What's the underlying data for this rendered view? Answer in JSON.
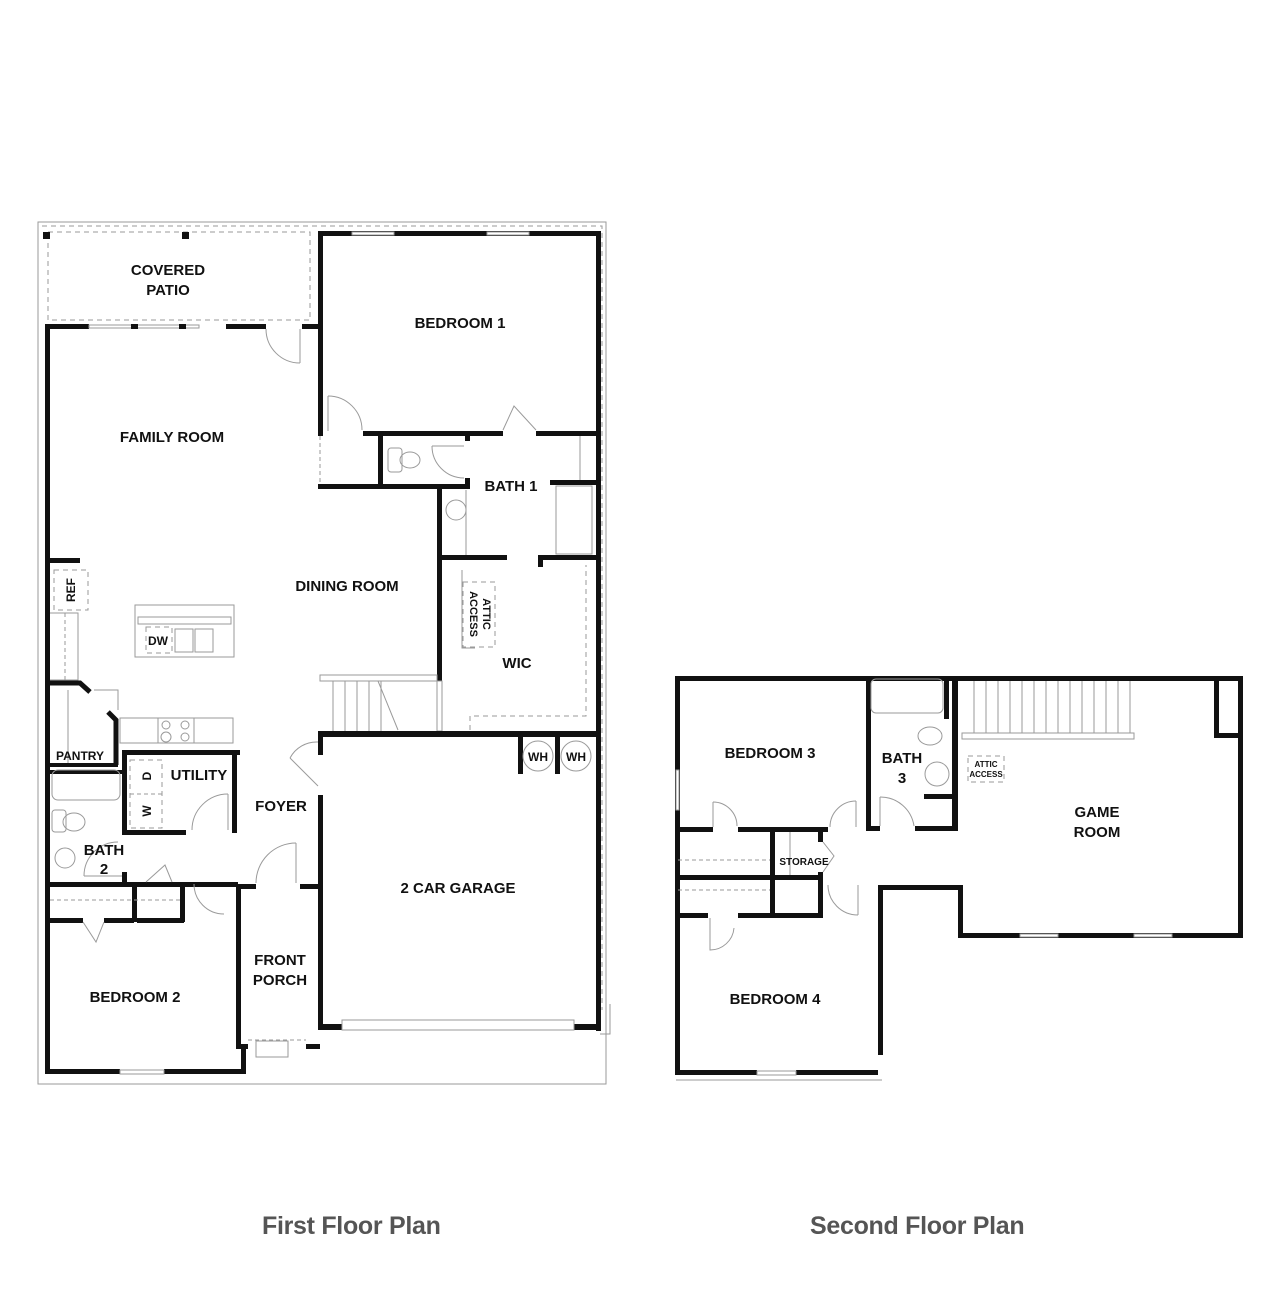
{
  "first_floor": {
    "caption": "First Floor Plan",
    "rooms": {
      "covered_patio_1": "COVERED",
      "covered_patio_2": "PATIO",
      "bedroom_1": "BEDROOM 1",
      "family_room": "FAMILY ROOM",
      "bath_1": "BATH 1",
      "dining_room": "DINING ROOM",
      "ref": "REF",
      "dw": "DW",
      "attic_access_1": "ATTIC",
      "attic_access_2": "ACCESS",
      "wic": "WIC",
      "pantry": "PANTRY",
      "utility": "UTILITY",
      "dryer": "D",
      "washer": "W",
      "foyer": "FOYER",
      "water_heater_1": "WH",
      "water_heater_2": "WH",
      "bath_2_1": "BATH",
      "bath_2_2": "2",
      "garage": "2 CAR GARAGE",
      "front_porch_1": "FRONT",
      "front_porch_2": "PORCH",
      "bedroom_2": "BEDROOM 2"
    }
  },
  "second_floor": {
    "caption": "Second Floor Plan",
    "rooms": {
      "bedroom_3": "BEDROOM 3",
      "bath_3_1": "BATH",
      "bath_3_2": "3",
      "attic_access_1": "ATTIC",
      "attic_access_2": "ACCESS",
      "game_room_1": "GAME",
      "game_room_2": "ROOM",
      "storage": "STORAGE",
      "bedroom_4": "BEDROOM 4"
    }
  },
  "colors": {
    "wall": "#111111",
    "fixture_line": "#9a9a9a",
    "caption": "#555555",
    "background": "#ffffff"
  }
}
